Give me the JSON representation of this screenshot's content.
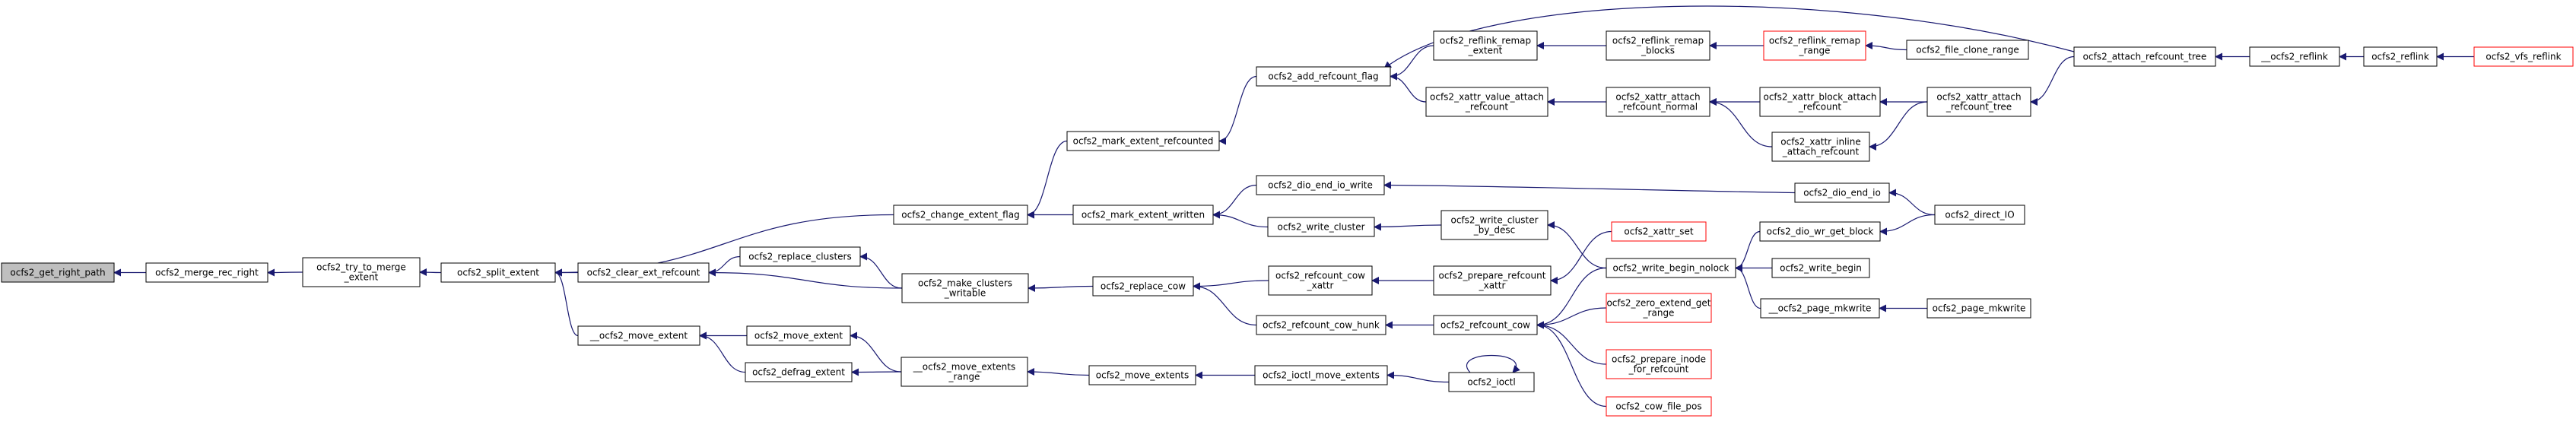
{
  "colors": {
    "edge": "#191970",
    "node_border": "#000000",
    "truncated_border": "#ff0000",
    "root_fill": "#bfbfbf",
    "node_fill": "#ffffff"
  },
  "nodes": [
    {
      "id": "n0",
      "lines": [
        "ocfs2_get_right_path"
      ],
      "root": true
    },
    {
      "id": "n1",
      "lines": [
        "ocfs2_merge_rec_right"
      ]
    },
    {
      "id": "n2",
      "lines": [
        "ocfs2_try_to_merge",
        "_extent"
      ]
    },
    {
      "id": "n3",
      "lines": [
        "ocfs2_split_extent"
      ]
    },
    {
      "id": "n4",
      "lines": [
        "ocfs2_change_extent_flag"
      ]
    },
    {
      "id": "n5",
      "lines": [
        "ocfs2_clear_ext_refcount"
      ]
    },
    {
      "id": "n6",
      "lines": [
        "__ocfs2_move_extent"
      ]
    },
    {
      "id": "n7",
      "lines": [
        "ocfs2_mark_extent_refcounted"
      ]
    },
    {
      "id": "n8",
      "lines": [
        "ocfs2_mark_extent_written"
      ]
    },
    {
      "id": "n9",
      "lines": [
        "ocfs2_replace_clusters"
      ]
    },
    {
      "id": "n10",
      "lines": [
        "ocfs2_make_clusters",
        "_writable"
      ]
    },
    {
      "id": "n11",
      "lines": [
        "ocfs2_move_extent"
      ]
    },
    {
      "id": "n12",
      "lines": [
        "ocfs2_defrag_extent"
      ]
    },
    {
      "id": "n13",
      "lines": [
        "ocfs2_add_refcount_flag"
      ]
    },
    {
      "id": "n14",
      "lines": [
        "ocfs2_dio_end_io_write"
      ]
    },
    {
      "id": "n15",
      "lines": [
        "ocfs2_write_cluster"
      ]
    },
    {
      "id": "n16",
      "lines": [
        "ocfs2_replace_cow"
      ]
    },
    {
      "id": "n17",
      "lines": [
        "__ocfs2_move_extents",
        "_range"
      ]
    },
    {
      "id": "n18",
      "lines": [
        "ocfs2_reflink_remap",
        "_extent"
      ]
    },
    {
      "id": "n19",
      "lines": [
        "ocfs2_xattr_value_attach",
        "_refcount"
      ]
    },
    {
      "id": "n20",
      "lines": [
        "ocfs2_write_cluster",
        "_by_desc"
      ]
    },
    {
      "id": "n21",
      "lines": [
        "ocfs2_refcount_cow",
        "_xattr"
      ]
    },
    {
      "id": "n22",
      "lines": [
        "ocfs2_refcount_cow_hunk"
      ]
    },
    {
      "id": "n23",
      "lines": [
        "ocfs2_move_extents"
      ]
    },
    {
      "id": "n24",
      "lines": [
        "ocfs2_reflink_remap",
        "_blocks"
      ]
    },
    {
      "id": "n25",
      "lines": [
        "ocfs2_xattr_attach",
        "_refcount_normal"
      ]
    },
    {
      "id": "n26",
      "lines": [
        "ocfs2_prepare_refcount",
        "_xattr"
      ]
    },
    {
      "id": "n27",
      "lines": [
        "ocfs2_refcount_cow"
      ]
    },
    {
      "id": "n28",
      "lines": [
        "ocfs2_ioctl_move_extents"
      ]
    },
    {
      "id": "n29",
      "lines": [
        "ocfs2_reflink_remap",
        "_range"
      ],
      "truncated": true
    },
    {
      "id": "n30",
      "lines": [
        "ocfs2_xattr_set"
      ],
      "truncated": true
    },
    {
      "id": "n31",
      "lines": [
        "ocfs2_write_begin_nolock"
      ]
    },
    {
      "id": "n32",
      "lines": [
        "ocfs2_zero_extend_get",
        "_range"
      ],
      "truncated": true
    },
    {
      "id": "n33",
      "lines": [
        "ocfs2_prepare_inode",
        "_for_refcount"
      ],
      "truncated": true
    },
    {
      "id": "n34",
      "lines": [
        "ocfs2_cow_file_pos"
      ],
      "truncated": true
    },
    {
      "id": "n35",
      "lines": [
        "ocfs2_ioctl"
      ]
    },
    {
      "id": "n36",
      "lines": [
        "ocfs2_xattr_block_attach",
        "_refcount"
      ]
    },
    {
      "id": "n37",
      "lines": [
        "ocfs2_xattr_inline",
        "_attach_refcount"
      ]
    },
    {
      "id": "n38",
      "lines": [
        "ocfs2_dio_end_io"
      ]
    },
    {
      "id": "n39",
      "lines": [
        "ocfs2_dio_wr_get_block"
      ]
    },
    {
      "id": "n40",
      "lines": [
        "ocfs2_write_begin"
      ]
    },
    {
      "id": "n41",
      "lines": [
        "__ocfs2_page_mkwrite"
      ]
    },
    {
      "id": "n42",
      "lines": [
        "ocfs2_file_clone_range"
      ]
    },
    {
      "id": "n43",
      "lines": [
        "ocfs2_xattr_attach",
        "_refcount_tree"
      ]
    },
    {
      "id": "n44",
      "lines": [
        "ocfs2_direct_IO"
      ]
    },
    {
      "id": "n45",
      "lines": [
        "ocfs2_page_mkwrite"
      ]
    },
    {
      "id": "n46",
      "lines": [
        "ocfs2_attach_refcount_tree"
      ]
    },
    {
      "id": "n47",
      "lines": [
        "__ocfs2_reflink"
      ]
    },
    {
      "id": "n48",
      "lines": [
        "ocfs2_reflink"
      ]
    },
    {
      "id": "n49",
      "lines": [
        "ocfs2_vfs_reflink"
      ],
      "truncated": true
    }
  ],
  "edges": [
    [
      "n1",
      "n0"
    ],
    [
      "n2",
      "n1"
    ],
    [
      "n3",
      "n2"
    ],
    [
      "n4",
      "n3"
    ],
    [
      "n5",
      "n3"
    ],
    [
      "n6",
      "n3"
    ],
    [
      "n7",
      "n4"
    ],
    [
      "n8",
      "n4"
    ],
    [
      "n9",
      "n5"
    ],
    [
      "n10",
      "n5"
    ],
    [
      "n11",
      "n6"
    ],
    [
      "n12",
      "n6"
    ],
    [
      "n13",
      "n7"
    ],
    [
      "n14",
      "n8"
    ],
    [
      "n15",
      "n8"
    ],
    [
      "n16",
      "n10"
    ],
    [
      "n10",
      "n9"
    ],
    [
      "n17",
      "n11"
    ],
    [
      "n17",
      "n12"
    ],
    [
      "n18",
      "n13"
    ],
    [
      "n19",
      "n13"
    ],
    [
      "n46",
      "n13"
    ],
    [
      "n38",
      "n14"
    ],
    [
      "n20",
      "n15"
    ],
    [
      "n21",
      "n16"
    ],
    [
      "n22",
      "n16"
    ],
    [
      "n23",
      "n17"
    ],
    [
      "n24",
      "n18"
    ],
    [
      "n25",
      "n19"
    ],
    [
      "n31",
      "n20"
    ],
    [
      "n26",
      "n21"
    ],
    [
      "n27",
      "n22"
    ],
    [
      "n28",
      "n23"
    ],
    [
      "n29",
      "n24"
    ],
    [
      "n36",
      "n25"
    ],
    [
      "n37",
      "n25"
    ],
    [
      "n30",
      "n26"
    ],
    [
      "n31",
      "n27"
    ],
    [
      "n32",
      "n27"
    ],
    [
      "n33",
      "n27"
    ],
    [
      "n34",
      "n27"
    ],
    [
      "n35",
      "n28"
    ],
    [
      "n35",
      "n35"
    ],
    [
      "n42",
      "n29"
    ],
    [
      "n39",
      "n31"
    ],
    [
      "n40",
      "n31"
    ],
    [
      "n41",
      "n31"
    ],
    [
      "n43",
      "n36"
    ],
    [
      "n43",
      "n37"
    ],
    [
      "n44",
      "n38"
    ],
    [
      "n44",
      "n39"
    ],
    [
      "n45",
      "n41"
    ],
    [
      "n46",
      "n43"
    ],
    [
      "n47",
      "n46"
    ],
    [
      "n48",
      "n47"
    ],
    [
      "n49",
      "n48"
    ]
  ]
}
